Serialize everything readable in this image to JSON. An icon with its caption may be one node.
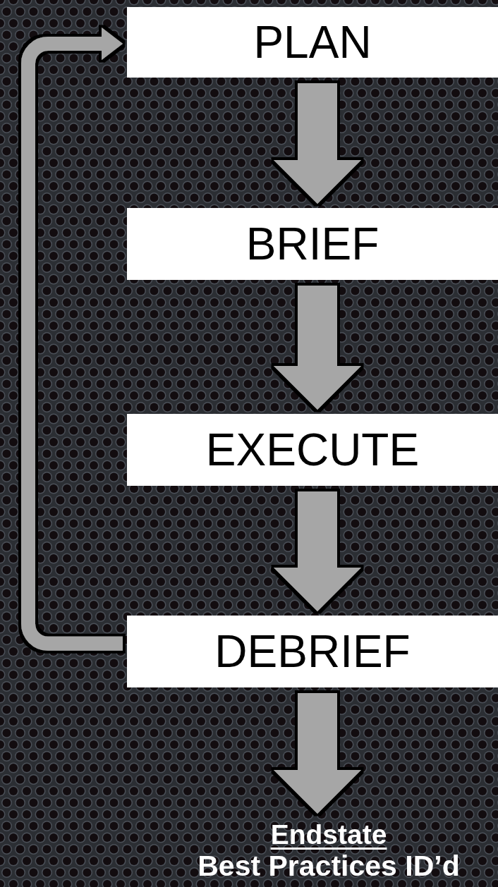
{
  "diagram": {
    "nodes": [
      {
        "text": [
          "PLAN"
        ]
      },
      {
        "text": [
          "BRIEF"
        ]
      },
      {
        "text": [
          "EXECUTE"
        ]
      },
      {
        "text": [
          "DEBRIEF"
        ]
      },
      {
        "text": [
          "Endstate",
          "Best Practices ID’d"
        ]
      }
    ],
    "edges": [
      {
        "from": 0,
        "to": 1,
        "arrow": "to"
      },
      {
        "from": 1,
        "to": 2,
        "arrow": "to"
      },
      {
        "from": 2,
        "to": 3,
        "arrow": "to"
      },
      {
        "from": 3,
        "to": 4,
        "arrow": "to"
      },
      {
        "from": 3,
        "to": 0,
        "arrow": "to"
      }
    ]
  }
}
